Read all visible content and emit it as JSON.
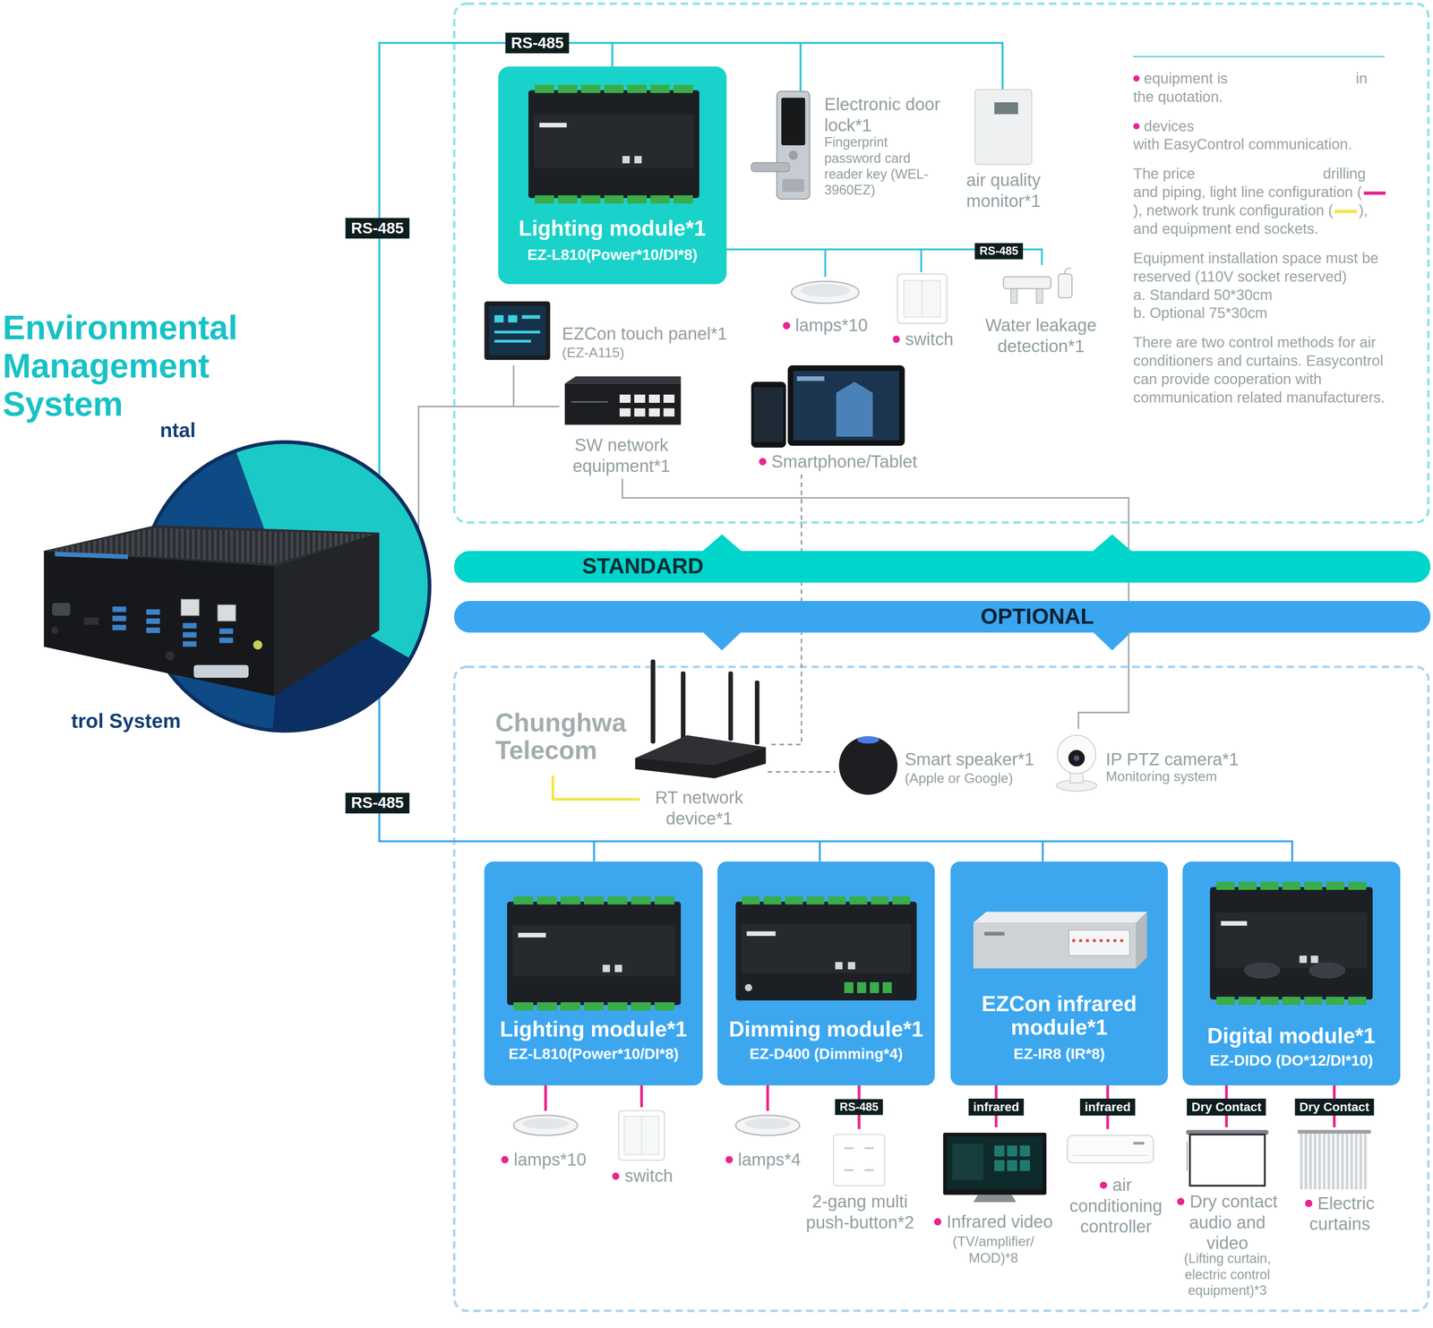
{
  "diagram": {
    "title": "Environmental Management System",
    "nodes": [
      {
        "text": [
          "Lighting module*1",
          "EZ-L810(Power*10/DI*8)"
        ]
      },
      {
        "text": [
          "Electronic door lock*1",
          "Fingerprint password card reader key (WEL-3960EZ)"
        ]
      },
      {
        "text": [
          "air quality monitor*1"
        ]
      },
      {
        "text": [
          "lamps*10"
        ]
      },
      {
        "text": [
          "switch"
        ]
      },
      {
        "text": [
          "Water leakage detection*1"
        ]
      },
      {
        "text": [
          "EZCon touch panel*1",
          "(EZ-A115)"
        ]
      },
      {
        "text": [
          "SW network equipment*1"
        ]
      },
      {
        "text": [
          "Smartphone/Tablet"
        ]
      },
      {
        "text": [
          "STANDARD"
        ]
      },
      {
        "text": [
          "OPTIONAL"
        ]
      },
      {
        "text": [
          "RT network device*1"
        ]
      },
      {
        "text": [
          "Smart speaker*1",
          "(Apple or Google)"
        ]
      },
      {
        "text": [
          "IP PTZ camera*1",
          "Monitoring system"
        ]
      },
      {
        "text": [
          "Lighting module*1",
          "EZ-L810(Power*10/DI*8)"
        ]
      },
      {
        "text": [
          "Dimming module*1",
          "EZ-D400 (Dimming*4)"
        ]
      },
      {
        "text": [
          "EZCon infrared module*1",
          "EZ-IR8 (IR*8)"
        ]
      },
      {
        "text": [
          "Digital module*1",
          "EZ-DIDO (DO*12/DI*10)"
        ]
      },
      {
        "text": [
          "lamps*10"
        ]
      },
      {
        "text": [
          "switch"
        ]
      },
      {
        "text": [
          "lamps*4"
        ]
      },
      {
        "text": [
          "2-gang multi push-button*2"
        ]
      },
      {
        "text": [
          "Infrared video",
          "(TV/amplifier/ MOD)*8"
        ]
      },
      {
        "text": [
          "air conditioning controller"
        ]
      },
      {
        "text": [
          "Dry contact audio and video",
          "(Lifting curtain, electric control equipment)*3"
        ]
      },
      {
        "text": [
          "Electric curtains"
        ]
      }
    ],
    "edges": [
      {
        "from": 0,
        "to": 3,
        "arrow": "none"
      },
      {
        "from": 0,
        "to": 4,
        "arrow": "none"
      },
      {
        "from": 0,
        "to": 5,
        "label": "RS-485",
        "arrow": "none"
      },
      {
        "from": 6,
        "to": 7,
        "arrow": "none"
      },
      {
        "from": 7,
        "to": 13,
        "arrow": "none"
      },
      {
        "from": 8,
        "to": 11,
        "arrow": "none"
      },
      {
        "from": 11,
        "to": 12,
        "arrow": "none"
      },
      {
        "from": 14,
        "to": 18,
        "arrow": "none"
      },
      {
        "from": 14,
        "to": 19,
        "arrow": "none"
      },
      {
        "from": 15,
        "to": 20,
        "arrow": "none"
      },
      {
        "from": 15,
        "to": 21,
        "label": "RS-485",
        "arrow": "none"
      },
      {
        "from": 16,
        "to": 22,
        "label": "infrared",
        "arrow": "none"
      },
      {
        "from": 16,
        "to": 23,
        "label": "infrared",
        "arrow": "none"
      },
      {
        "from": 17,
        "to": 24,
        "label": "Dry Contact",
        "arrow": "none"
      },
      {
        "from": 17,
        "to": 25,
        "label": "Dry Contact",
        "arrow": "none"
      }
    ],
    "labels": [
      "ntal",
      "trol System",
      "RS-485",
      "RS-485",
      "RS-485",
      "Chunghwa Telecom",
      "equipment is",
      "in the quotation.",
      "devices",
      "with EasyControl communication.",
      "The price",
      "drilling and piping, light line configuration (",
      "), network trunk configuration (",
      "), and equipment end sockets.",
      "Equipment installation space must be reserved (110V socket reserved)",
      "a. Standard 50*30cm",
      "b. Optional 75*30cm",
      "There are two control methods for air conditioners and curtains. Easycontrol can provide cooperation with communication related manufacturers."
    ]
  }
}
